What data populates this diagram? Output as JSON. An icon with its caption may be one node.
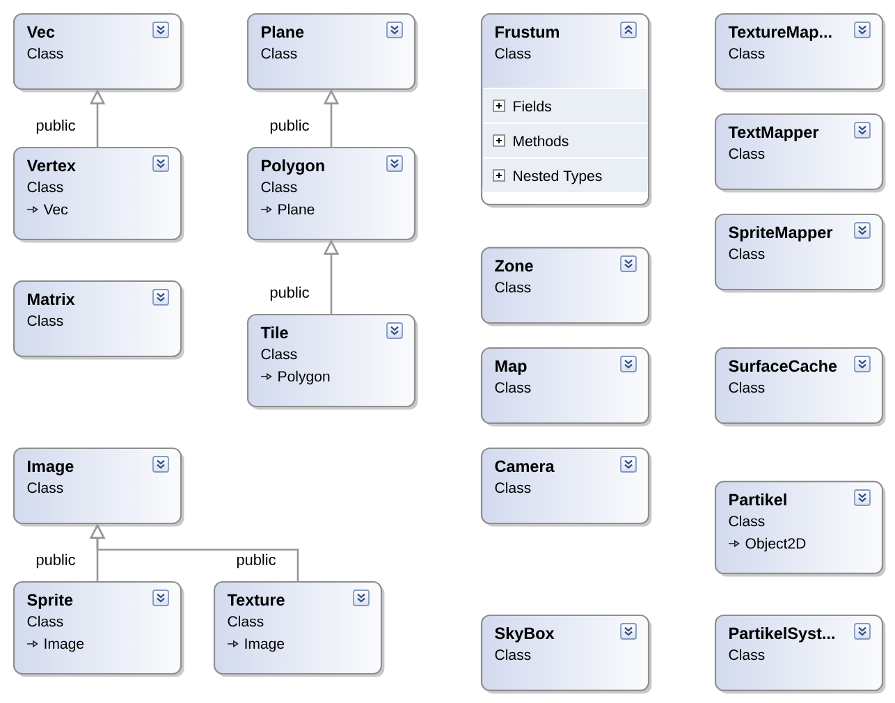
{
  "diagram": {
    "nodes": [
      {
        "text": [
          "Vec",
          "Class"
        ]
      },
      {
        "text": [
          "Plane",
          "Class"
        ]
      },
      {
        "text": [
          "Frustum",
          "Class"
        ]
      },
      {
        "text": [
          "Fields"
        ],
        "in": 2
      },
      {
        "text": [
          "Methods"
        ],
        "in": 2
      },
      {
        "text": [
          "Nested Types"
        ],
        "in": 2
      },
      {
        "text": [
          "TextureMap...",
          "Class"
        ]
      },
      {
        "text": [
          "TextMapper",
          "Class"
        ]
      },
      {
        "text": [
          "Vertex",
          "Class",
          "Vec"
        ]
      },
      {
        "text": [
          "Polygon",
          "Class",
          "Plane"
        ]
      },
      {
        "text": [
          "SpriteMapper",
          "Class"
        ]
      },
      {
        "text": [
          "Zone",
          "Class"
        ]
      },
      {
        "text": [
          "Matrix",
          "Class"
        ]
      },
      {
        "text": [
          "Tile",
          "Class",
          "Polygon"
        ]
      },
      {
        "text": [
          "Map",
          "Class"
        ]
      },
      {
        "text": [
          "SurfaceCache",
          "Class"
        ]
      },
      {
        "text": [
          "Image",
          "Class"
        ]
      },
      {
        "text": [
          "Camera",
          "Class"
        ]
      },
      {
        "text": [
          "Partikel",
          "Class",
          "Object2D"
        ]
      },
      {
        "text": [
          "Sprite",
          "Class",
          "Image"
        ]
      },
      {
        "text": [
          "Texture",
          "Class",
          "Image"
        ]
      },
      {
        "text": [
          "SkyBox",
          "Class"
        ]
      },
      {
        "text": [
          "PartikelSyst...",
          "Class"
        ]
      }
    ],
    "edges": [
      {
        "from": 8,
        "to": 0,
        "arrow": "to",
        "label": "public"
      },
      {
        "from": 9,
        "to": 1,
        "arrow": "to",
        "label": "public"
      },
      {
        "from": 13,
        "to": 9,
        "arrow": "to",
        "label": "public"
      },
      {
        "from": 19,
        "to": 16,
        "arrow": "to",
        "label": "public"
      },
      {
        "from": 20,
        "to": 16,
        "arrow": "to",
        "label": "public"
      }
    ]
  }
}
